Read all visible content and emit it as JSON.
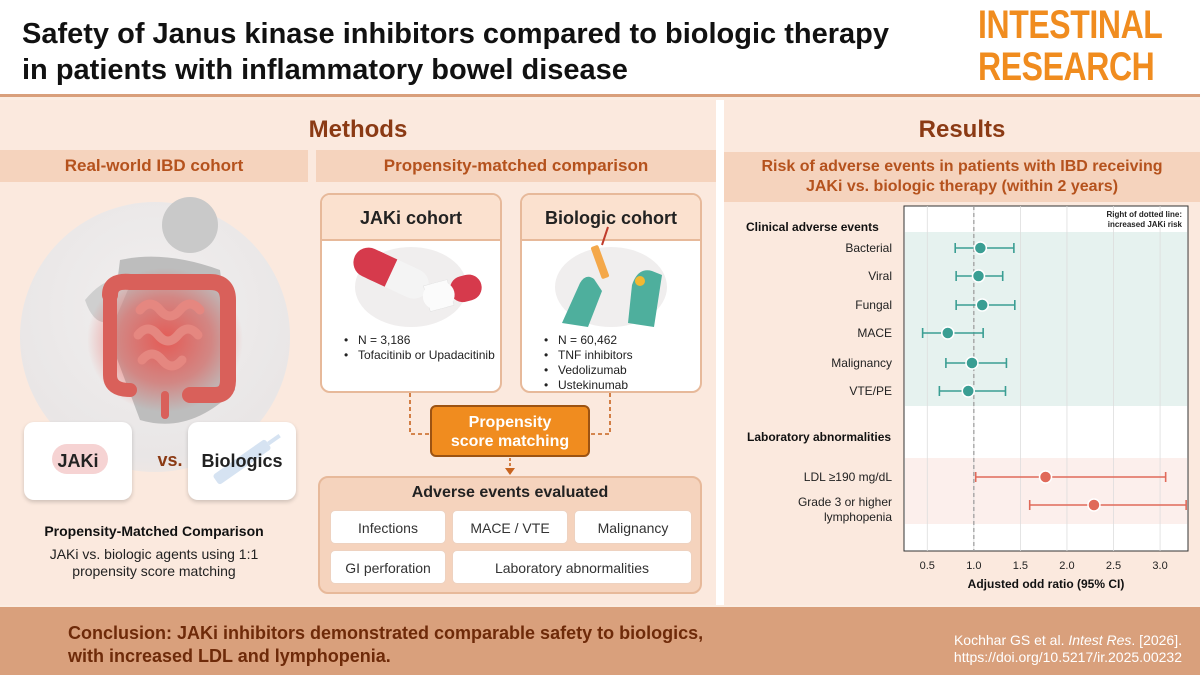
{
  "header": {
    "title_line1": "Safety of Janus kinase inhibitors compared to biologic therapy",
    "title_line2": "in patients with inflammatory bowel disease",
    "journal_line1": "INTESTINAL",
    "journal_line2": "RESEARCH"
  },
  "methods": {
    "title": "Methods",
    "left_band": "Real-world IBD cohort",
    "right_band": "Propensity-matched comparison",
    "jaki_card": "JAKi",
    "vs": "vs.",
    "biologics_card": "Biologics",
    "pmc_title": "Propensity-Matched Comparison",
    "pmc_desc_1": "JAKi vs. biologic agents using 1:1",
    "pmc_desc_2": "propensity score matching",
    "jaki_cohort": {
      "title": "JAKi cohort",
      "items": [
        "N = 3,186",
        "Tofacitinib or Upadacitinib"
      ]
    },
    "bio_cohort": {
      "title": "Biologic cohort",
      "items": [
        "N = 60,462",
        "TNF inhibitors",
        "Vedolizumab",
        "Ustekinumab"
      ]
    },
    "psm_line1": "Propensity",
    "psm_line2": "score matching",
    "ae_title": "Adverse events evaluated",
    "ae_items": [
      "Infections",
      "MACE / VTE",
      "Malignancy",
      "GI perforation",
      "Laboratory abnormalities"
    ]
  },
  "results": {
    "title": "Results",
    "subtitle_line1": "Risk of adverse events in patients with IBD receiving",
    "subtitle_line2": "JAKi vs. biologic therapy (within 2 years)"
  },
  "chart_data": {
    "type": "scatter",
    "subtype": "forest-plot",
    "note_line1": "Right of dotted line:",
    "note_line2": "increased JAKi risk",
    "xlabel": "Adjusted odd ratio (95% CI)",
    "xlim": [
      0.25,
      3.3
    ],
    "xticks": [
      "0.5",
      "1.0",
      "1.5",
      "2.0",
      "2.5",
      "3.0"
    ],
    "xtick_values": [
      0.5,
      1.0,
      1.5,
      2.0,
      2.5,
      3.0
    ],
    "reference_line": 1.0,
    "groups": [
      {
        "name": "Clinical adverse events",
        "color": "#3a9e93",
        "rows": [
          {
            "label": "Bacterial",
            "or": 1.07,
            "lo": 0.8,
            "hi": 1.43
          },
          {
            "label": "Viral",
            "or": 1.05,
            "lo": 0.81,
            "hi": 1.31
          },
          {
            "label": "Fungal",
            "or": 1.09,
            "lo": 0.81,
            "hi": 1.44
          },
          {
            "label": "MACE",
            "or": 0.72,
            "lo": 0.45,
            "hi": 1.1
          },
          {
            "label": "Malignancy",
            "or": 0.98,
            "lo": 0.7,
            "hi": 1.35
          },
          {
            "label": "VTE/PE",
            "or": 0.94,
            "lo": 0.63,
            "hi": 1.34
          }
        ]
      },
      {
        "name": "Laboratory abnormalities",
        "color": "#e06a5a",
        "rows": [
          {
            "label": "LDL ≥190 mg/dL",
            "or": 1.77,
            "lo": 1.02,
            "hi": 3.06
          },
          {
            "label": "Grade 3 or higher",
            "label2": "lymphopenia",
            "or": 2.29,
            "lo": 1.6,
            "hi": 3.28
          }
        ]
      }
    ]
  },
  "footer": {
    "conclusion_line1": "Conclusion: JAKi inhibitors demonstrated comparable safety to biologics,",
    "conclusion_line2": "with increased LDL and lymphopenia.",
    "cite_authors": "Kochhar GS et al. ",
    "cite_journal": "Intest Res",
    "cite_year": ". [2026].",
    "cite_doi": "https://doi.org/10.5217/ir.2025.00232"
  },
  "colors": {
    "accent_orange": "#f08c1f",
    "heading_brown": "#8b3a14",
    "teal": "#3a9e93",
    "coral": "#e06a5a"
  }
}
